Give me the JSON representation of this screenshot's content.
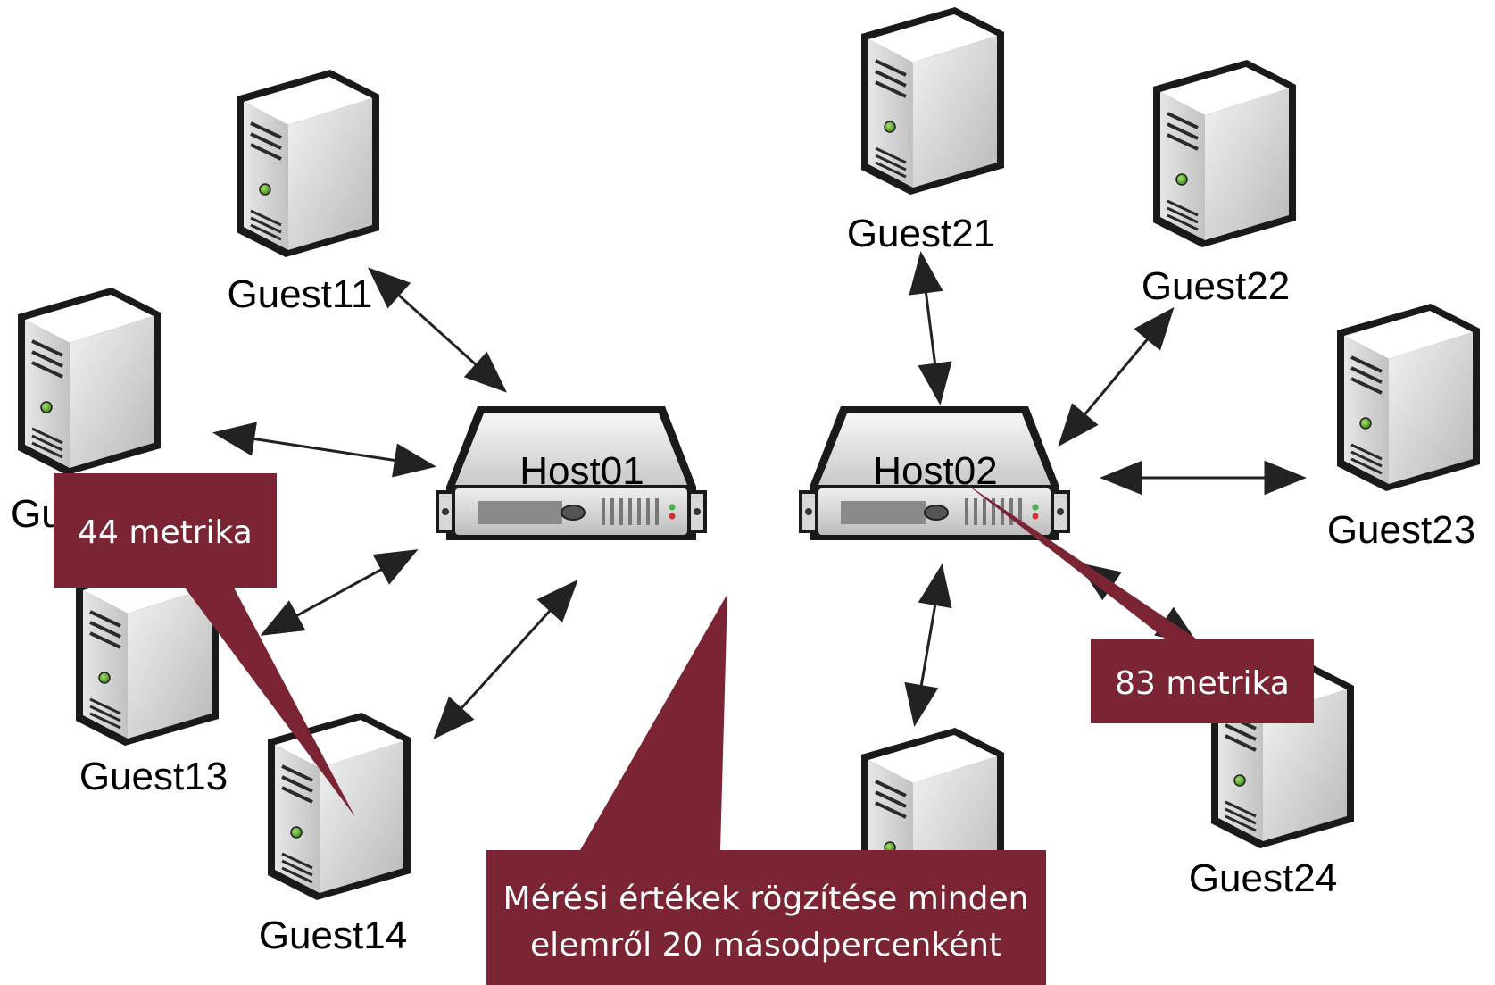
{
  "hosts": [
    {
      "label": "Host01"
    },
    {
      "label": "Host02"
    }
  ],
  "guests": [
    {
      "label": "Guest11"
    },
    {
      "label": "Gu"
    },
    {
      "label": "Guest13"
    },
    {
      "label": "Guest14"
    },
    {
      "label": "Guest21"
    },
    {
      "label": "Guest22"
    },
    {
      "label": "Guest23"
    },
    {
      "label": "Guest24"
    }
  ],
  "callouts": {
    "host01_metrics": "44 metrika",
    "host02_metrics": "83 metrika",
    "measurement_line1": "Mérési értékek rögzítése minden",
    "measurement_line2": "elemről 20 másodpercenként"
  },
  "colors": {
    "callout_fill": "#7a2434",
    "callout_text": "#ffffff",
    "arrow": "#222222"
  },
  "icons": {
    "guest": "tower-server-icon",
    "host": "rack-server-icon"
  }
}
